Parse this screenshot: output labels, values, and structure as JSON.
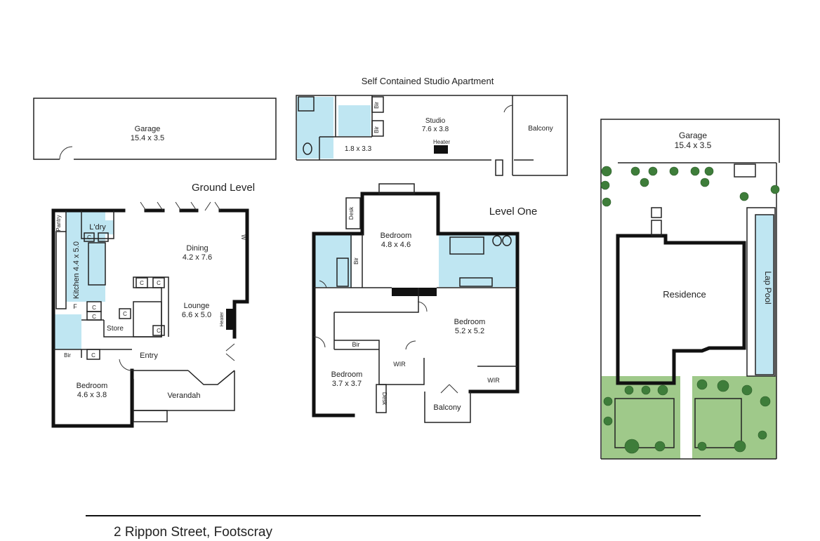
{
  "studio_heading": "Self Contained Studio Apartment",
  "ground_heading": "Ground Level",
  "level_one_heading": "Level One",
  "address": "2 Rippon Street, Footscray",
  "garage_left": {
    "name": "Garage",
    "dims": "15.4 x 3.5"
  },
  "studio": {
    "name": "Studio",
    "dims": "7.6 x 3.8",
    "bath_dims": "1.8 x 3.3",
    "heater": "Heater",
    "balcony": "Balcony",
    "bir_a": "Bir",
    "bir_b": "Bir"
  },
  "ground": {
    "dining": {
      "name": "Dining",
      "dims": "4.2 x 7.6"
    },
    "lounge": {
      "name": "Lounge",
      "dims": "6.6 x 5.0"
    },
    "kitchen": "Kitchen 4.4 x 5.0",
    "laundry": "L'dry",
    "pantry": "Pantry",
    "store": "Store",
    "entry": "Entry",
    "verandah": "Verandah",
    "bedroom": {
      "name": "Bedroom",
      "dims": "4.6 x 3.8"
    },
    "bir": "Bir",
    "heater": "Heater",
    "w": "W",
    "c": "C",
    "f": "F"
  },
  "level_one": {
    "bed_top": {
      "name": "Bedroom",
      "dims": "4.8 x 4.6"
    },
    "bed_right": {
      "name": "Bedroom",
      "dims": "5.2 x 5.2"
    },
    "bed_left": {
      "name": "Bedroom",
      "dims": "3.7 x 3.7"
    },
    "desk": "Desk",
    "bir": "Bir",
    "wir": "WIR",
    "balcony": "Balcony"
  },
  "site": {
    "garage": {
      "name": "Garage",
      "dims": "15.4 x 3.5"
    },
    "residence": "Residence",
    "lap_pool": "Lap Pool"
  }
}
